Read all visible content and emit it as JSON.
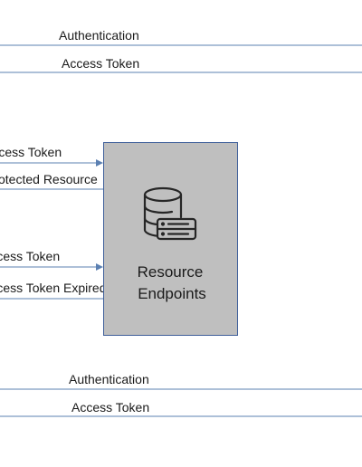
{
  "colors": {
    "line": "#5b80b2",
    "box_fill": "#bfbfbf",
    "box_stroke": "#3f5f9a",
    "text": "#1a1a1a",
    "icon": "#262626"
  },
  "labels": {
    "top_auth": "Authentication",
    "top_token": "Access Token",
    "mid_token_1": "Access Token",
    "mid_protected": "Protected Resource",
    "mid_token_2": "Access Token",
    "mid_expired": "Access Token Expired",
    "bottom_auth": "Authentication",
    "bottom_token": "Access Token"
  },
  "box": {
    "title_line1": "Resource",
    "title_line2": "Endpoints",
    "icon": "database-server-icon"
  }
}
